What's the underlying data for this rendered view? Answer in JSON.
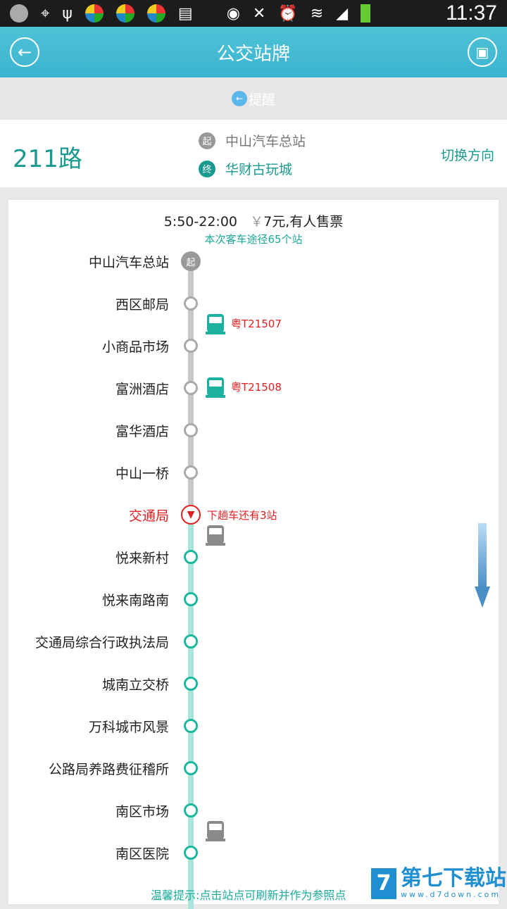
{
  "status_bar": {
    "time": "11:37",
    "icons": [
      "weather-icon",
      "gps-icon",
      "usb-icon",
      "app-icon",
      "app-icon",
      "app-icon",
      "sim-icon",
      "eye-icon",
      "mute-icon",
      "alarm-icon",
      "wifi-icon",
      "signal-icon",
      "battery-icon"
    ]
  },
  "header": {
    "title": "公交站牌",
    "back_icon": "back-arrow-icon",
    "save_icon": "save-icon"
  },
  "remind": {
    "label": "提醒"
  },
  "route": {
    "number": "211路",
    "start_badge": "起",
    "start": "中山汽车总站",
    "end_badge": "终",
    "end": "华财古玩城",
    "switch_label": "切换方向"
  },
  "info": {
    "hours": "5:50-22:00",
    "yen": "￥",
    "fare": "7元,有人售票",
    "count": "本次客车途径65个站"
  },
  "stations": [
    {
      "name": "中山汽车总站",
      "type": "start",
      "badge": "起"
    },
    {
      "name": "西区邮局",
      "type": "past"
    },
    {
      "name": "小商品市场",
      "type": "past"
    },
    {
      "name": "富洲酒店",
      "type": "past"
    },
    {
      "name": "富华酒店",
      "type": "past"
    },
    {
      "name": "中山一桥",
      "type": "past"
    },
    {
      "name": "交通局",
      "type": "current",
      "badge": "▼"
    },
    {
      "name": "悦来新村",
      "type": "future"
    },
    {
      "name": "悦来南路南",
      "type": "future"
    },
    {
      "name": "交通局综合行政执法局",
      "type": "future"
    },
    {
      "name": "城南立交桥",
      "type": "future"
    },
    {
      "name": "万科城市风景",
      "type": "future"
    },
    {
      "name": "公路局养路费征稽所",
      "type": "future"
    },
    {
      "name": "南区市场",
      "type": "future"
    },
    {
      "name": "南区医院",
      "type": "future"
    }
  ],
  "buses": [
    {
      "plate": "粤T21507",
      "color": "#1bb0a0",
      "pos": 1.5
    },
    {
      "plate": "粤T21508",
      "color": "#1bb0a0",
      "pos": 3
    },
    {
      "plate": "",
      "color": "#8a8a8a",
      "pos": 6.5
    },
    {
      "plate": "",
      "color": "#8a8a8a",
      "pos": 13.5
    }
  ],
  "current_note": "下趟车还有3站",
  "tip": "温馨提示:点击站点可刷新并作为参照点",
  "watermark": {
    "name": "第七下载站",
    "url": "www.d7down.com"
  },
  "colors": {
    "accent": "#1aaa98",
    "header": "#45bcd3",
    "alert": "#e02020"
  }
}
